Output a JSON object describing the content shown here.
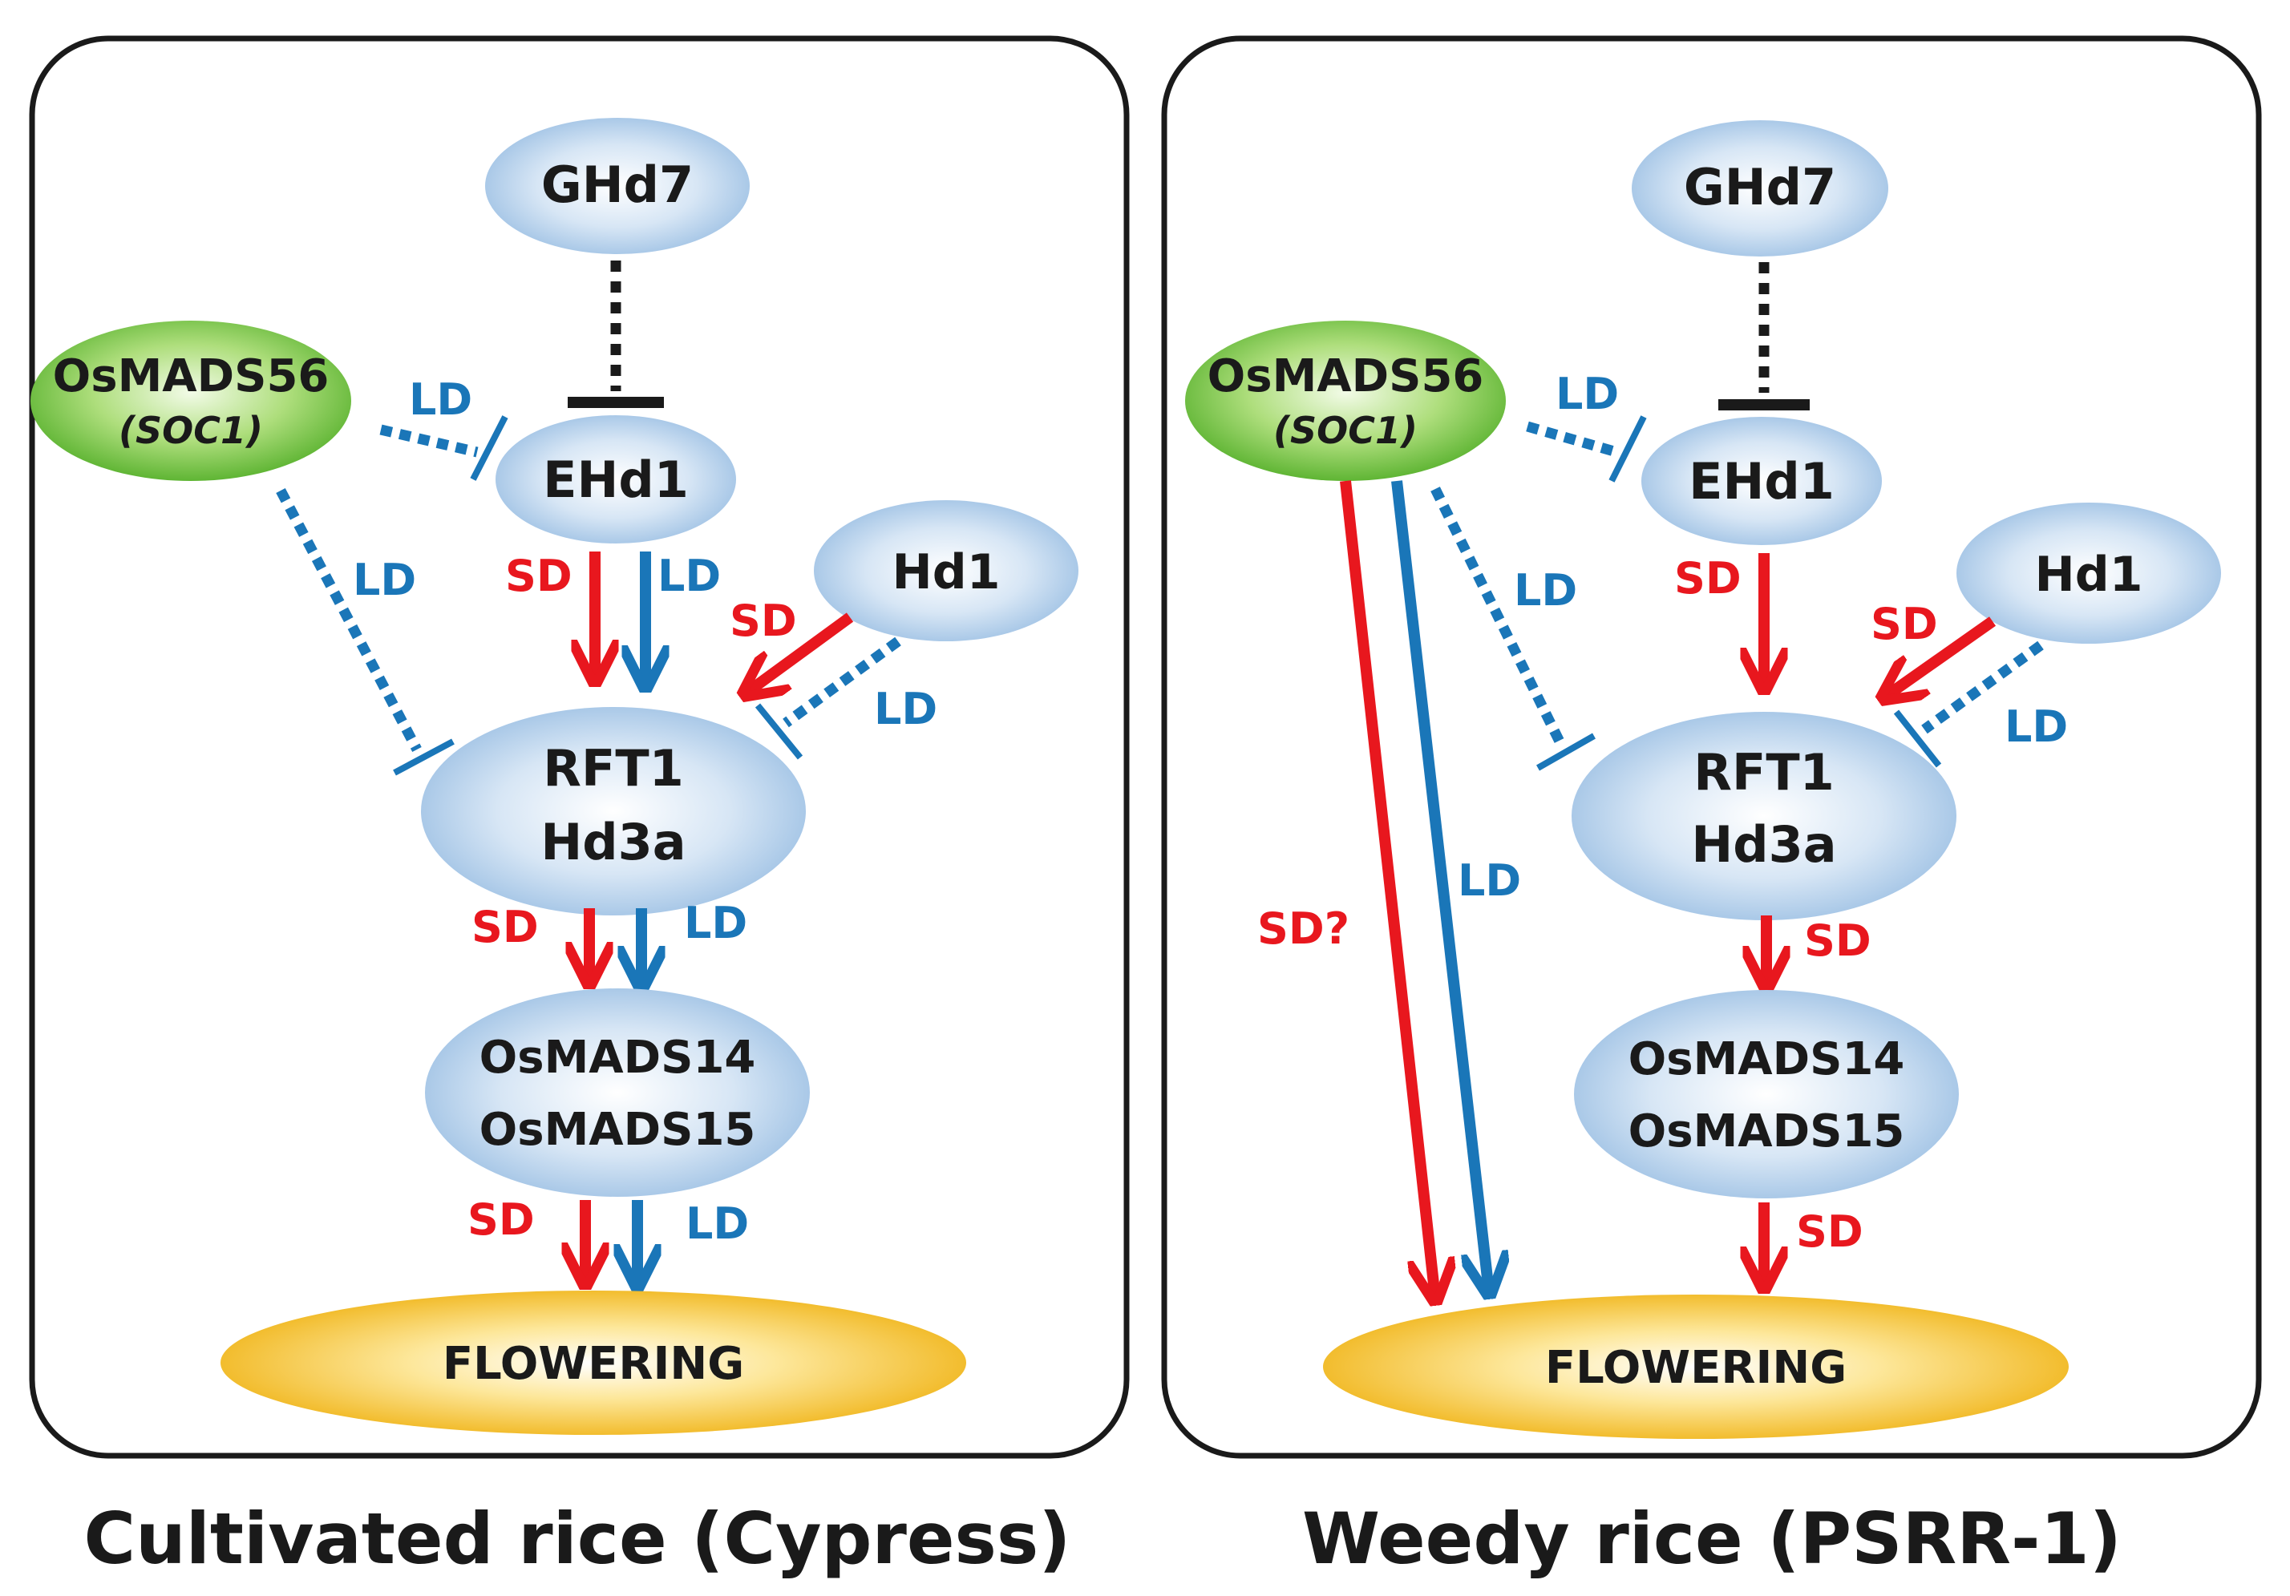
{
  "colors": {
    "sd": "#e8171e",
    "ld": "#1a76b8",
    "repress": "#1a1a1a",
    "panel_border": "#1a1a1a"
  },
  "panels": {
    "cultivated": {
      "caption": "Cultivated rice (Cypress)",
      "nodes": {
        "ghd7": "GHd7",
        "osmads56": "OsMADS56",
        "soc1": "(SOC1)",
        "ehd1": "EHd1",
        "hd1": "Hd1",
        "rft1": "RFT1",
        "hd3a": "Hd3a",
        "osmads14": "OsMADS14",
        "osmads15": "OsMADS15",
        "flowering": "FLOWERING"
      },
      "labels": {
        "osmads56_ehd1": "LD",
        "osmads56_rft1": "LD",
        "ehd1_rft1_sd": "SD",
        "ehd1_rft1_ld": "LD",
        "hd1_rft1_sd": "SD",
        "hd1_rft1_ld": "LD",
        "rft1_osmads14_sd": "SD",
        "rft1_osmads14_ld": "LD",
        "osmads14_flowering_sd": "SD",
        "osmads14_flowering_ld": "LD"
      }
    },
    "weedy": {
      "caption": "Weedy rice (PSRR-1)",
      "nodes": {
        "ghd7": "GHd7",
        "osmads56": "OsMADS56",
        "soc1": "(SOC1)",
        "ehd1": "EHd1",
        "hd1": "Hd1",
        "rft1": "RFT1",
        "hd3a": "Hd3a",
        "osmads14": "OsMADS14",
        "osmads15": "OsMADS15",
        "flowering": "FLOWERING"
      },
      "labels": {
        "osmads56_ehd1": "LD",
        "osmads56_rft1": "LD",
        "osmads56_flowering_sd": "SD?",
        "osmads56_flowering_ld": "LD",
        "ehd1_rft1_sd": "SD",
        "hd1_rft1_sd": "SD",
        "hd1_rft1_ld": "LD",
        "rft1_osmads14_sd": "SD",
        "osmads14_flowering_sd": "SD"
      }
    }
  }
}
